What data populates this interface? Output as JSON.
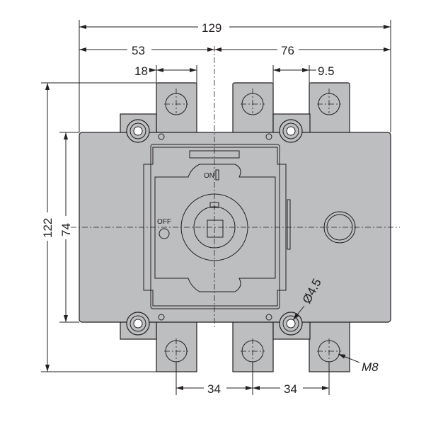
{
  "dimensions": {
    "overall_width": "129",
    "left_to_axis": "53",
    "axis_to_right": "76",
    "terminal_width": "18",
    "terminal_gap": "9.5",
    "overall_height": "122",
    "body_height": "74",
    "pitch_1": "34",
    "pitch_2": "34",
    "hole_diameter": "Ø4.5",
    "bolt_size": "M8"
  },
  "labels": {
    "on": "ON",
    "off": "OFF"
  },
  "colors": {
    "body_fill": "#bcbec0",
    "line": "#231f20"
  }
}
